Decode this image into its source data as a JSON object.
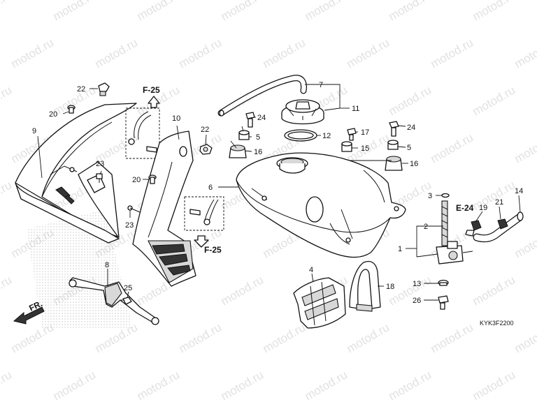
{
  "diagram": {
    "code": "KYK3F2200",
    "watermark_text": "motod.ru",
    "front_arrow_label": "FR.",
    "refs": {
      "f25_top": "F-25",
      "f25_bottom": "F-25",
      "e24": "E-24"
    },
    "callouts": {
      "c1": "1",
      "c2": "2",
      "c3": "3",
      "c4": "4",
      "c5a": "5",
      "c5b": "5",
      "c6": "6",
      "c7": "7",
      "c8": "8",
      "c9": "9",
      "c10": "10",
      "c11": "11",
      "c12": "12",
      "c13": "13",
      "c14": "14",
      "c15": "15",
      "c16a": "16",
      "c16b": "16",
      "c17": "17",
      "c18": "18",
      "c19": "19",
      "c20a": "20",
      "c20b": "20",
      "c21": "21",
      "c22a": "22",
      "c22b": "22",
      "c23a": "23",
      "c23b": "23",
      "c24a": "24",
      "c24b": "24",
      "c25": "25",
      "c26": "26"
    }
  }
}
